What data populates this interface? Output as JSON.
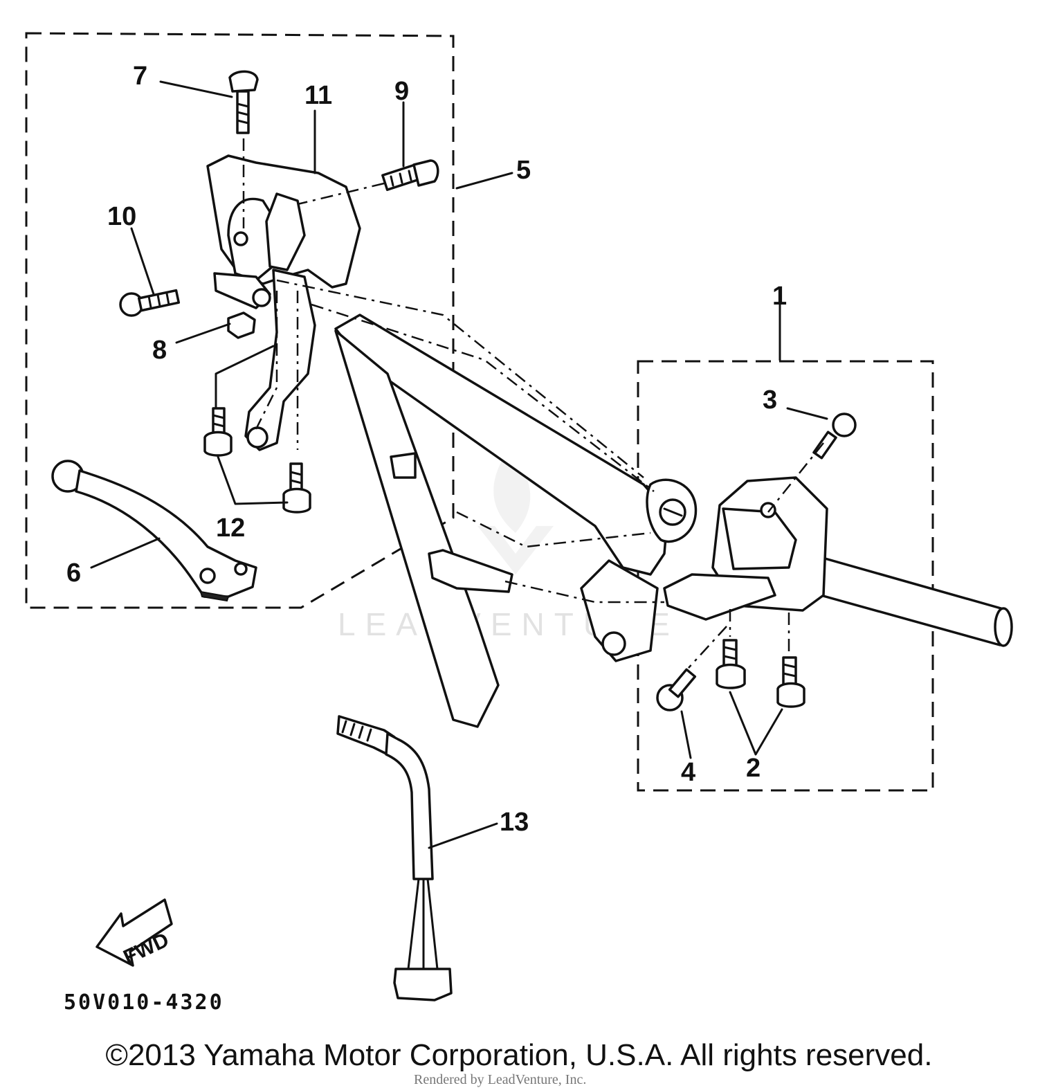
{
  "diagram": {
    "callouts": [
      "1",
      "2",
      "3",
      "4",
      "5",
      "6",
      "7",
      "8",
      "9",
      "10",
      "11",
      "12",
      "13"
    ],
    "diagram_code": "50V010-4320",
    "forward_label": "FWD",
    "watermark": "LEADVENTURE",
    "rendered_by": "Rendered by LeadVenture, Inc.",
    "copyright": "©2013 Yamaha Motor Corporation, U.S.A. All rights reserved."
  }
}
